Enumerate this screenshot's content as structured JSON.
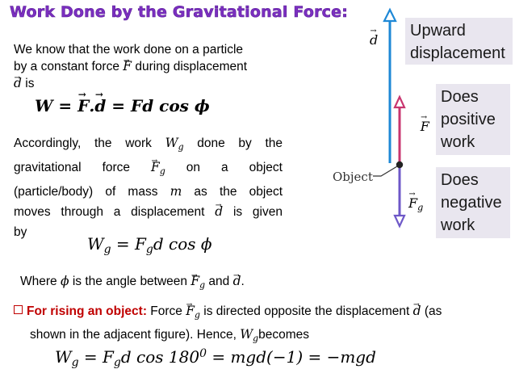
{
  "title": "Work Done by the Gravitational Force:",
  "intro": {
    "line1": "We know that the work done on a particle",
    "line2_a": "by a constant force ",
    "line2_sym": "F",
    "line2_b": " during displacement",
    "line3_sym": "d",
    "line3_b": " is"
  },
  "eq1": {
    "W": "W",
    "eqs": " = ",
    "F": "F",
    "dot": ".",
    "d": "d",
    "rhs": " = Fd cos ϕ"
  },
  "accord": {
    "l1_a": "Accordingly, the work ",
    "l1_W": "W",
    "l1_g": "g",
    "l1_b": " done by the",
    "l2_a": "gravitational force ",
    "l2_F": "F",
    "l2_g": "g",
    "l2_b": " on a object",
    "l3_a": "(particle/body) of mass ",
    "l3_m": "m",
    "l3_b": " as the object",
    "l4_a": "moves through a displacement ",
    "l4_d": "d",
    "l4_b": " is given",
    "l5": "by"
  },
  "eq2": {
    "W": "W",
    "g1": "g",
    "mid": " = F",
    "g2": "g",
    "rhs": "d cos ϕ"
  },
  "where": {
    "a": "Where ",
    "phi": "ϕ",
    "b": " is the angle between ",
    "F": "F",
    "g": "g",
    "c": " and ",
    "d": "d",
    "e": "."
  },
  "rising": {
    "bold": "For rising an object:",
    "a": " Force ",
    "F": "F",
    "g": "g",
    "b": " is directed opposite the displacement ",
    "d": "d",
    "c": " (as",
    "l2_a": "shown in the adjacent figure). Hence, ",
    "W": "W",
    "Wg": "g",
    "l2_b": "becomes"
  },
  "eq3": {
    "W": "W",
    "g1": "g",
    "a": " = F",
    "g2": "g",
    "b": "d cos 180",
    "sup": "0",
    "c": " = mgd(−1) = −mgd"
  },
  "figure": {
    "label_d": "d",
    "label_F": "F",
    "label_Fg": "F",
    "label_Fg_sub": "g",
    "object_label": "Object",
    "box1_l1": "Upward",
    "box1_l2": "displacement",
    "box2_l1": "Does",
    "box2_l2": "positive",
    "box2_l3": "work",
    "box3_l1": "Does",
    "box3_l2": "negative",
    "box3_l3": "work"
  },
  "colors": {
    "title": "#7b2fc0",
    "arrow_blue": "#1e88d6",
    "arrow_red": "#c8356f",
    "arrow_purple": "#6e58c8",
    "box_bg": "#e9e6ef",
    "bullet": "#c00000"
  }
}
